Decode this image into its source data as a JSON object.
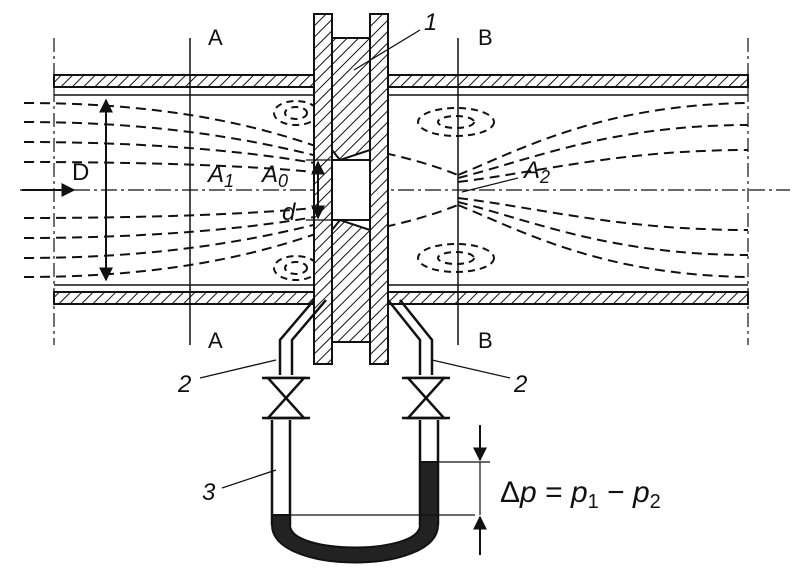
{
  "labels": {
    "section_a": "A",
    "section_b": "B",
    "pipe_diameter": "D",
    "orifice_diameter": "d",
    "area_1": {
      "base": "A",
      "sub": "1"
    },
    "area_0": {
      "base": "A",
      "sub": "0"
    },
    "area_2": {
      "base": "A",
      "sub": "2"
    },
    "callout_plate": "1",
    "callout_valve": "2",
    "callout_manometer": "3",
    "delta_p": {
      "delta": "Δ",
      "p": "p",
      "equals": " = ",
      "minus": " − ",
      "p1_sub": "1",
      "p2_sub": "2"
    }
  },
  "colors": {
    "line": "#111111",
    "hatch": "#111111",
    "manometer_fluid": "#222222",
    "background": "#ffffff"
  }
}
